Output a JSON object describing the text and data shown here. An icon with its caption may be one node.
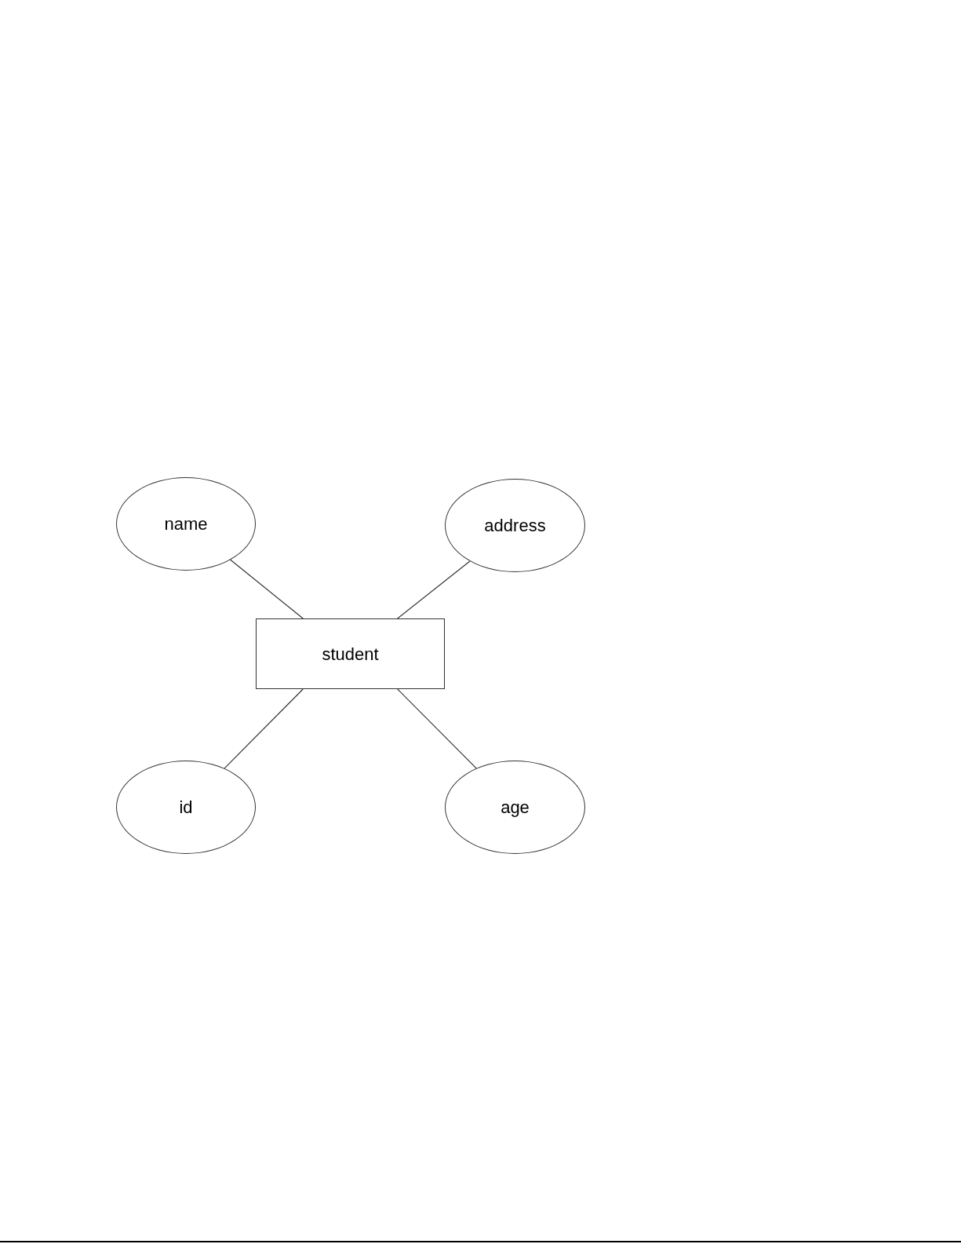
{
  "diagram": {
    "nodes": [
      {
        "text": [
          "name"
        ]
      },
      {
        "text": [
          "address"
        ]
      },
      {
        "text": [
          "student"
        ]
      },
      {
        "text": [
          "id"
        ]
      },
      {
        "text": [
          "age"
        ]
      }
    ],
    "edges": [
      {
        "from": 0,
        "to": 2,
        "arrow": "none"
      },
      {
        "from": 1,
        "to": 2,
        "arrow": "none"
      },
      {
        "from": 3,
        "to": 2,
        "arrow": "none"
      },
      {
        "from": 4,
        "to": 2,
        "arrow": "none"
      }
    ]
  }
}
